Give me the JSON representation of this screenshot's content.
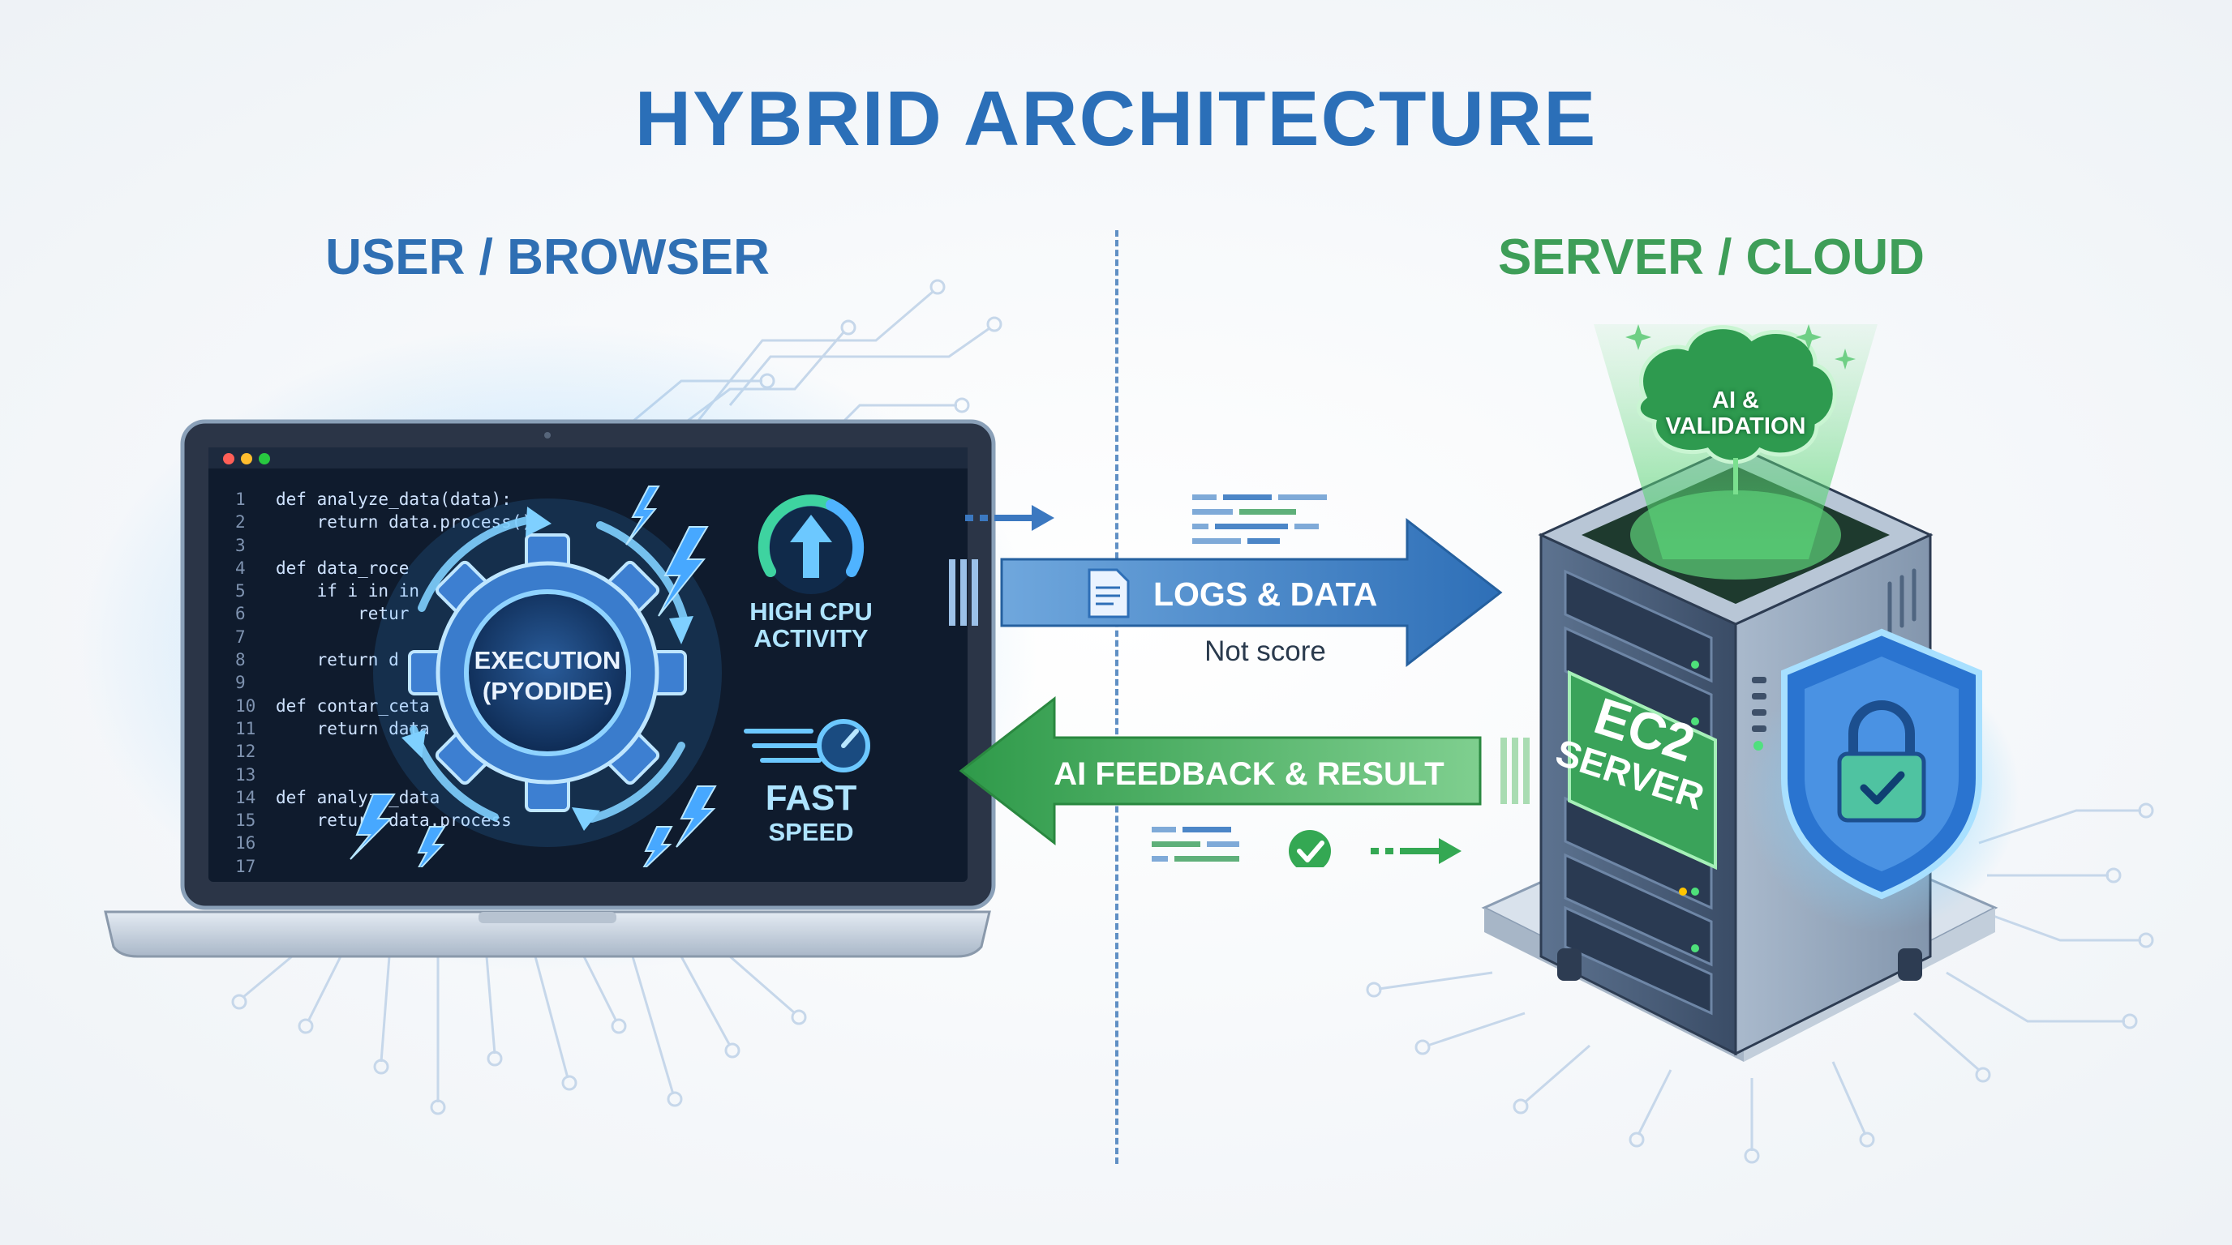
{
  "title": "HYBRID ARCHITECTURE",
  "left": {
    "heading": "USER / BROWSER",
    "code_lines": [
      {
        "n": "1",
        "text": "def analyze_data(data):"
      },
      {
        "n": "2",
        "text": "    return data.process()"
      },
      {
        "n": "3",
        "text": ""
      },
      {
        "n": "4",
        "text": "def data_roce"
      },
      {
        "n": "5",
        "text": "    if i in in"
      },
      {
        "n": "6",
        "text": "        retur"
      },
      {
        "n": "7",
        "text": ""
      },
      {
        "n": "8",
        "text": "    return d"
      },
      {
        "n": "9",
        "text": ""
      },
      {
        "n": "10",
        "text": "def contar_ceta"
      },
      {
        "n": "11",
        "text": "    return data"
      },
      {
        "n": "12",
        "text": ""
      },
      {
        "n": "13",
        "text": ""
      },
      {
        "n": "14",
        "text": "def analyze_data"
      },
      {
        "n": "15",
        "text": "    return data.process"
      },
      {
        "n": "16",
        "text": ""
      },
      {
        "n": "17",
        "text": ""
      }
    ],
    "gear_label_1": "EXECUTION",
    "gear_label_2": "(PYODIDE)",
    "cpu_label_1": "HIGH CPU",
    "cpu_label_2": "ACTIVITY",
    "fast_label_1": "FAST",
    "fast_label_2": "SPEED"
  },
  "right": {
    "heading": "SERVER / CLOUD",
    "ai_label_1": "AI &",
    "ai_label_2": "VALIDATION",
    "server_label_1": "EC2",
    "server_label_2": "SERVER"
  },
  "flow": {
    "to_server_label": "LOGS & DATA",
    "to_server_note": "Not score",
    "to_browser_label": "AI FEEDBACK & RESULT"
  },
  "colors": {
    "blue_accent": "#2b6fb8",
    "green_accent": "#3e9e58",
    "screen_bg": "#0f1b2d",
    "glow": "#4fb3ff"
  },
  "icons": [
    "gear-icon",
    "lightning-icon",
    "gauge-icon",
    "speedometer-icon",
    "document-icon",
    "brain-icon",
    "shield-lock-icon",
    "check-circle-icon",
    "sparkle-icon"
  ]
}
